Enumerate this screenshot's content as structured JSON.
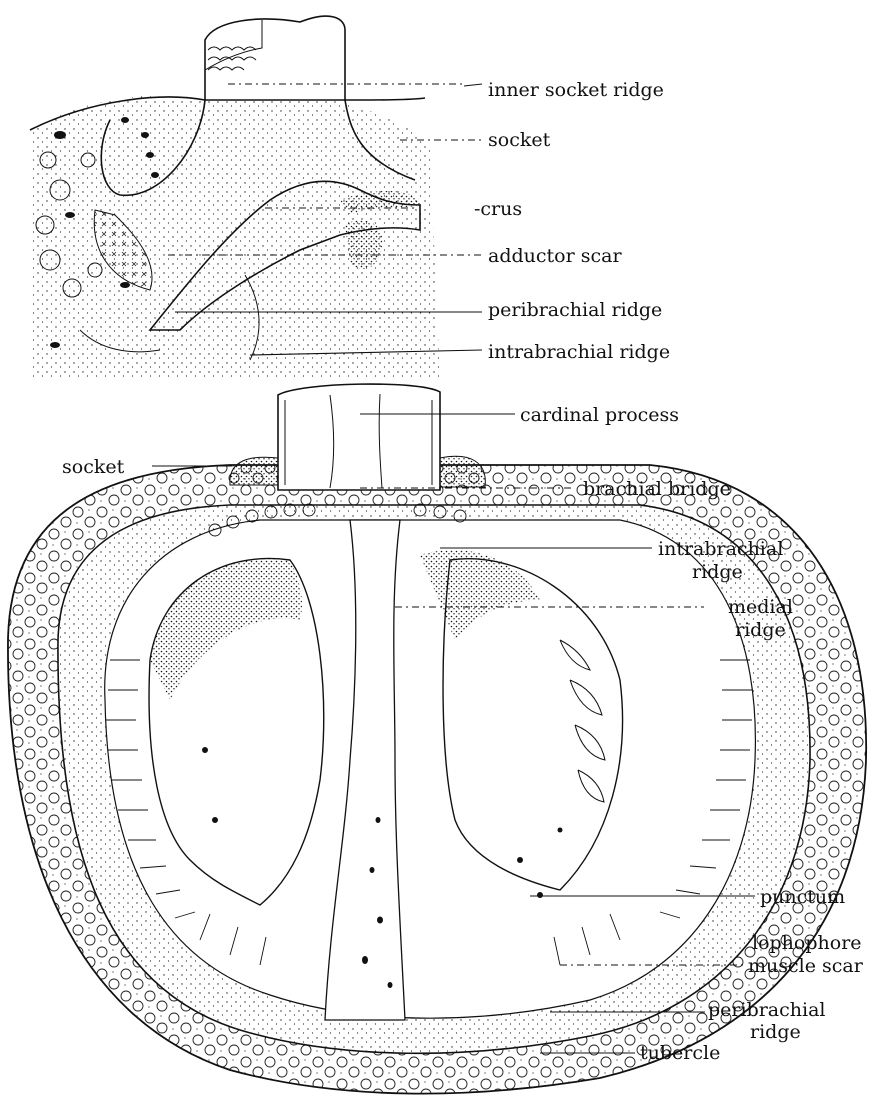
{
  "upper_view": {
    "labels": {
      "inner_socket_ridge": "inner socket ridge",
      "socket": "socket",
      "crus": "-crus",
      "adductor_scar": "adductor scar",
      "peribrachial_ridge": "peribrachial ridge",
      "intrabrachial_ridge": "intrabrachial ridge"
    }
  },
  "lower_view": {
    "labels": {
      "cardinal_process": "cardinal process",
      "socket": "socket",
      "brachial_bridge": "brachial bridge",
      "intrabrachial_ridge_l1": "intrabrachial",
      "intrabrachial_ridge_l2": "ridge",
      "medial_ridge_l1": "medial",
      "medial_ridge_l2": "ridge",
      "punctum": "punctum",
      "lophophore_muscle_scar_l1": "lophophore",
      "lophophore_muscle_scar_l2": "muscle scar",
      "peribrachial_ridge_l1": "peribrachial",
      "peribrachial_ridge_l2": "ridge",
      "tubercle": "tubercle"
    }
  },
  "style": {
    "ink": "#111111",
    "paper": "#ffffff"
  }
}
